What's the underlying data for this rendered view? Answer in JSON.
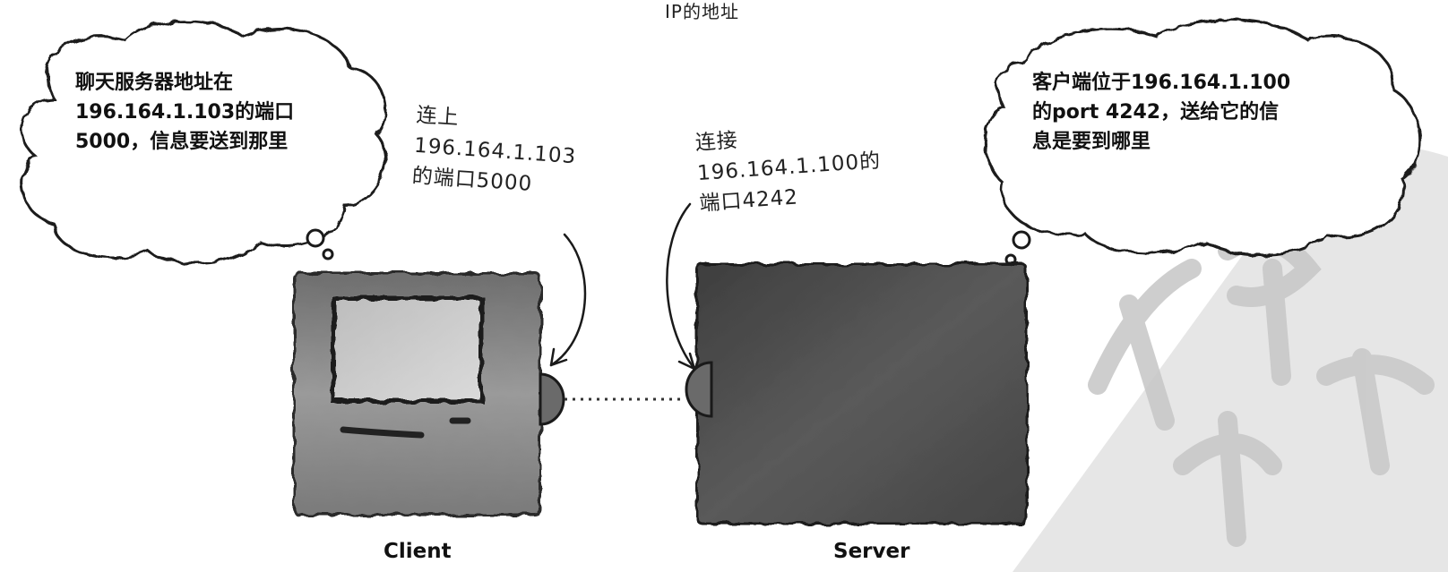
{
  "top_note": "IP的地址",
  "client_thought": "聊天服务器地址在\n196.164.1.103的端口\n5000，信息要送到那里",
  "server_thought": "客户端位于196.164.1.100\n的port 4242，送给它的信\n息是要到哪里",
  "client_connect_note": "连上\n196.164.1.103\n的端口5000",
  "server_connect_note": "连接\n196.164.1.100的\n端口4242",
  "client_label": "Client",
  "server_label": "Server",
  "watermark_text": "图解趣",
  "colors": {
    "ink": "#1a1a1a",
    "client_body": "#8c8c8c",
    "client_screen": "#c8c8c8",
    "server_body": "#4e4e4e",
    "port": "#6a6a6a",
    "watermark": "#e4e4e4"
  }
}
